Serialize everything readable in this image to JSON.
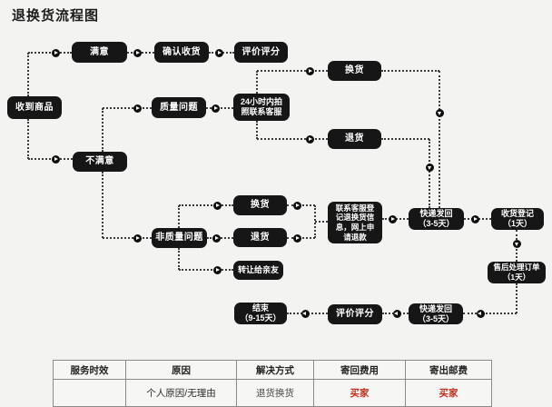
{
  "title": "退换货流程图",
  "flow": {
    "nodes": [
      {
        "id": "received-goods",
        "text": "收到商品"
      },
      {
        "id": "satisfied",
        "text": "满意"
      },
      {
        "id": "confirm-receipt",
        "text": "确认收货"
      },
      {
        "id": "rate-top",
        "text": "评价评分"
      },
      {
        "id": "quality-issue",
        "text": "质量问题"
      },
      {
        "id": "photo-24h",
        "text": "24小时内拍\n照联系客服"
      },
      {
        "id": "unsatisfied",
        "text": "不满意"
      },
      {
        "id": "exchange-top",
        "text": "换货"
      },
      {
        "id": "return-top",
        "text": "退货"
      },
      {
        "id": "non-quality",
        "text": "非质量问题"
      },
      {
        "id": "exchange-2",
        "text": "换货"
      },
      {
        "id": "return-2",
        "text": "退货"
      },
      {
        "id": "transfer-friends",
        "text": "转让给亲友"
      },
      {
        "id": "contact-cs",
        "text": "联系客服登\n记退换货信\n息，网上申\n请退款"
      },
      {
        "id": "courier-back-1",
        "text": "快递发回\n（3-5天）"
      },
      {
        "id": "receipt-register",
        "text": "收货登记\n（1天）"
      },
      {
        "id": "aftersales-order",
        "text": "售后处理订单\n（1天）"
      },
      {
        "id": "end",
        "text": "结束\n（9-15天）"
      },
      {
        "id": "rate-bottom",
        "text": "评价评分"
      },
      {
        "id": "courier-back-2",
        "text": "快递发回\n（3-5天）"
      }
    ]
  },
  "table": {
    "headers": [
      "服务时效",
      "原因",
      "解决方式",
      "寄回费用",
      "寄出邮费"
    ],
    "rows": [
      [
        "",
        "个人原因/无理由",
        "退货换货",
        "买家",
        "买家"
      ]
    ]
  },
  "colors": {
    "node_bg": "#161616",
    "node_text": "#ffffff",
    "connector": "#3c3c3c",
    "table_border": "#8a8a8a",
    "red_text": "#c2301f",
    "background": "#f3f3f1"
  }
}
